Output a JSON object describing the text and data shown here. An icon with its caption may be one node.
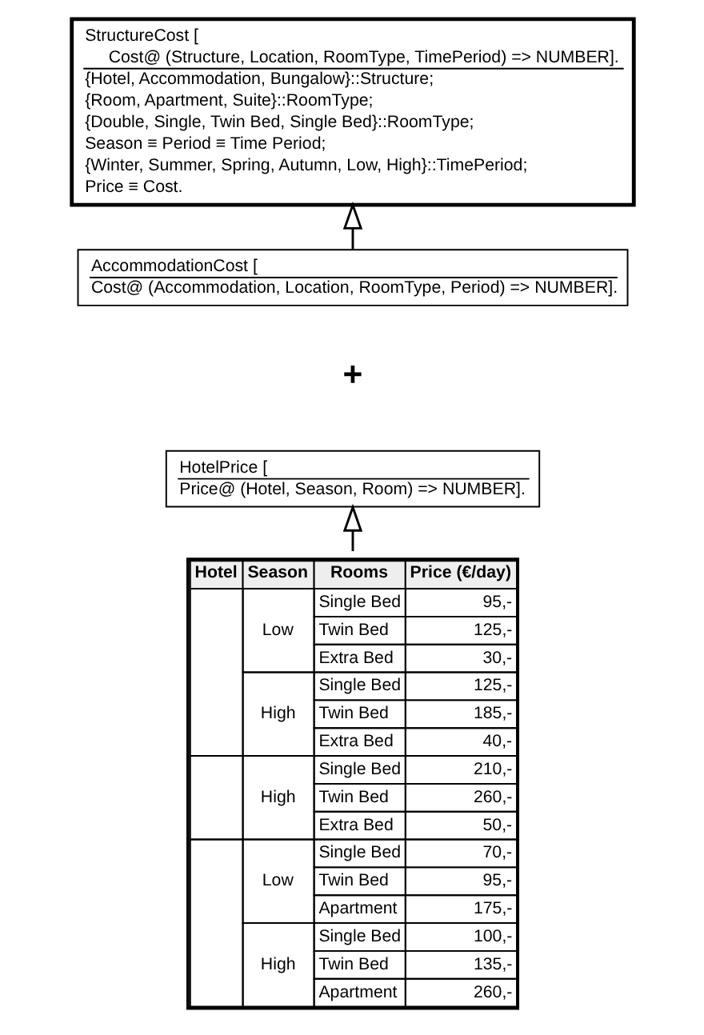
{
  "diagram": {
    "nodes": [
      {
        "text": [
          "Hotel",
          "Season",
          "Rooms",
          "Price (€/day)",
          "Low",
          "Single Bed",
          "95,-",
          "Twin Bed",
          "125,-",
          "Extra Bed",
          "30,-",
          "High",
          "Single Bed",
          "125,-",
          "Twin Bed",
          "185,-",
          "Extra Bed",
          "40,-",
          "High",
          "Single Bed",
          "210,-",
          "Twin Bed",
          "260,-",
          "Extra Bed",
          "50,-",
          "Low",
          "Single Bed",
          "70,-",
          "Twin Bed",
          "95,-",
          "Apartment",
          "175,-",
          "High",
          "Single Bed",
          "100,-",
          "Twin Bed",
          "135,-",
          "Apartment",
          "260,-"
        ]
      },
      {
        "text": [
          "HotelPrice [",
          "Price@ (Hotel, Season, Room) => NUMBER]."
        ]
      },
      {
        "text": [
          "AccommodationCost [",
          "Cost@ (Accommodation, Location, RoomType, Period) => NUMBER]."
        ]
      },
      {
        "text": [
          "StructureCost [",
          "Cost@ (Structure, Location, RoomType, TimePeriod) => NUMBER].",
          "{Hotel, Accommodation, Bungalow}::Structure;",
          "{Room, Apartment, Suite}::RoomType;",
          "{Double, Single, Twin Bed, Single Bed}::RoomType;",
          "Season ≡ Period ≡ Time Period;",
          "{Winter, Summer, Spring, Autumn, Low, High}::TimePeriod;",
          "Price ≡ Cost."
        ]
      }
    ],
    "edges": [
      {
        "from": 0,
        "to": 1,
        "arrow": "to"
      },
      {
        "from": 2,
        "to": 3,
        "arrow": "to"
      }
    ],
    "labels": [
      "+"
    ]
  }
}
